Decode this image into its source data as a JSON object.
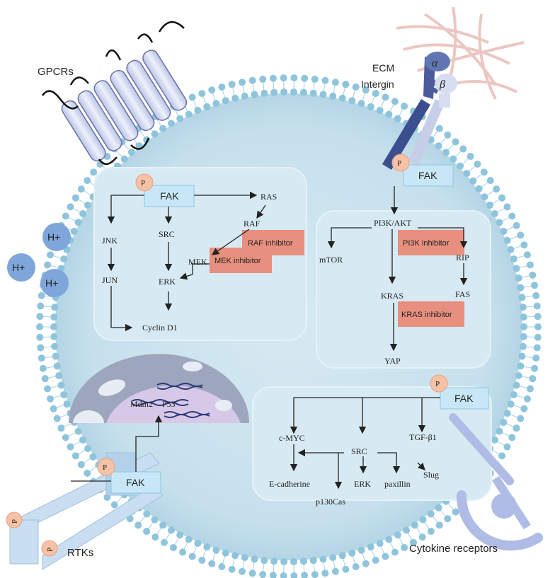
{
  "labels": {
    "gpcrs": "GPCRs",
    "ecm": "ECM",
    "intergin": "Intergin",
    "alpha": "α",
    "beta": "β",
    "rtks": "RTKs",
    "cytokine": "Cytokine receptors",
    "h_plus": "H+",
    "p": "P",
    "fak": "FAK"
  },
  "panel_left": {
    "jnk": "JNK",
    "jun": "JUN",
    "src": "SRC",
    "erk": "ERK",
    "ras": "RAS",
    "raf": "RAF",
    "mek": "MEK",
    "cyclin": "Cyclin D1",
    "raf_inhibitor": "RAF inhibitor",
    "mek_inhibitor": "MEK inhibitor"
  },
  "panel_right": {
    "pi3k": "PI3K/AKT",
    "mtor": "mTOR",
    "kras": "KRAS",
    "rip": "RIP",
    "fas": "FAS",
    "yap": "YAP",
    "pi3k_inhibitor": "PI3K inhibitor",
    "kras_inhibitor": "KRAS inhibitor"
  },
  "nucleus": {
    "mdm2": "Mdm2",
    "p53": "P53"
  },
  "panel_bottom": {
    "cmyc": "c-MYC",
    "src": "SRC",
    "tgf": "TGF-β1",
    "slug": "Slug",
    "ecad": "E-cadherine",
    "erk": "ERK",
    "paxillin": "paxillin",
    "p130": "p130Cas"
  },
  "colors": {
    "cell": "#cfe4ef",
    "membrane": "#8ec4dc",
    "panel": "#d9ebf4",
    "inhibitor": "#e8907f",
    "fak_box": "#cbe8f5",
    "p_circle": "#f6c2a6"
  }
}
